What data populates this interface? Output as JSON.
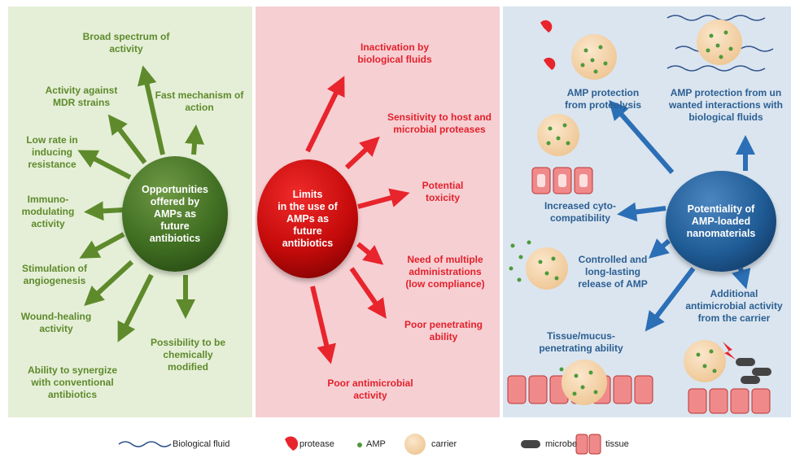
{
  "green_panel": {
    "hub_text": "Opportunities\noffered by\nAMPs as\nfuture\nantibiotics",
    "items": [
      "Broad spectrum of\nactivity",
      "Activity against\nMDR strains",
      "Fast mechanism of\naction",
      "Low rate in\ninducing\nresistance",
      "Immuno-\nmodulating\nactivity",
      "Stimulation of\nangiogenesis",
      "Wound-healing\nactivity",
      "Possibility to be\nchemically\nmodified",
      "Ability to synergize\nwith conventional\nantibiotics"
    ]
  },
  "red_panel": {
    "hub_text": "Limits\nin the use of\nAMPs as\nfuture\nantibiotics",
    "items": [
      "Inactivation by\nbiological fluids",
      "Sensitivity to host and\nmicrobial proteases",
      "Potential\ntoxicity",
      "Need of multiple\nadministrations\n(low compliance)",
      "Poor penetrating\nability",
      "Poor antimicrobial\nactivity"
    ]
  },
  "blue_panel": {
    "hub_text": "Potentiality of\nAMP-loaded\nnanomaterials",
    "items": [
      "AMP protection\nfrom proteolysis",
      "AMP protection from un\nwanted interactions with\nbiological fluids",
      "Increased cyto-\ncompatibility",
      "Controlled and\nlong-lasting\nrelease of AMP",
      "Additional\nantimicrobial activity\nfrom the carrier",
      "Tissue/mucus-\npenetrating ability"
    ]
  },
  "legend": {
    "biological_fluid": "Biological fluid",
    "protease": "protease",
    "amp": "AMP",
    "carrier": "carrier",
    "microbe": "microbe",
    "tissue": "tissue"
  },
  "colors": {
    "green": "#5e8a2c",
    "red": "#e3212b",
    "blue": "#2b6fb6",
    "carrier": "#f6d6b0",
    "tissue": "#f08a8a"
  }
}
